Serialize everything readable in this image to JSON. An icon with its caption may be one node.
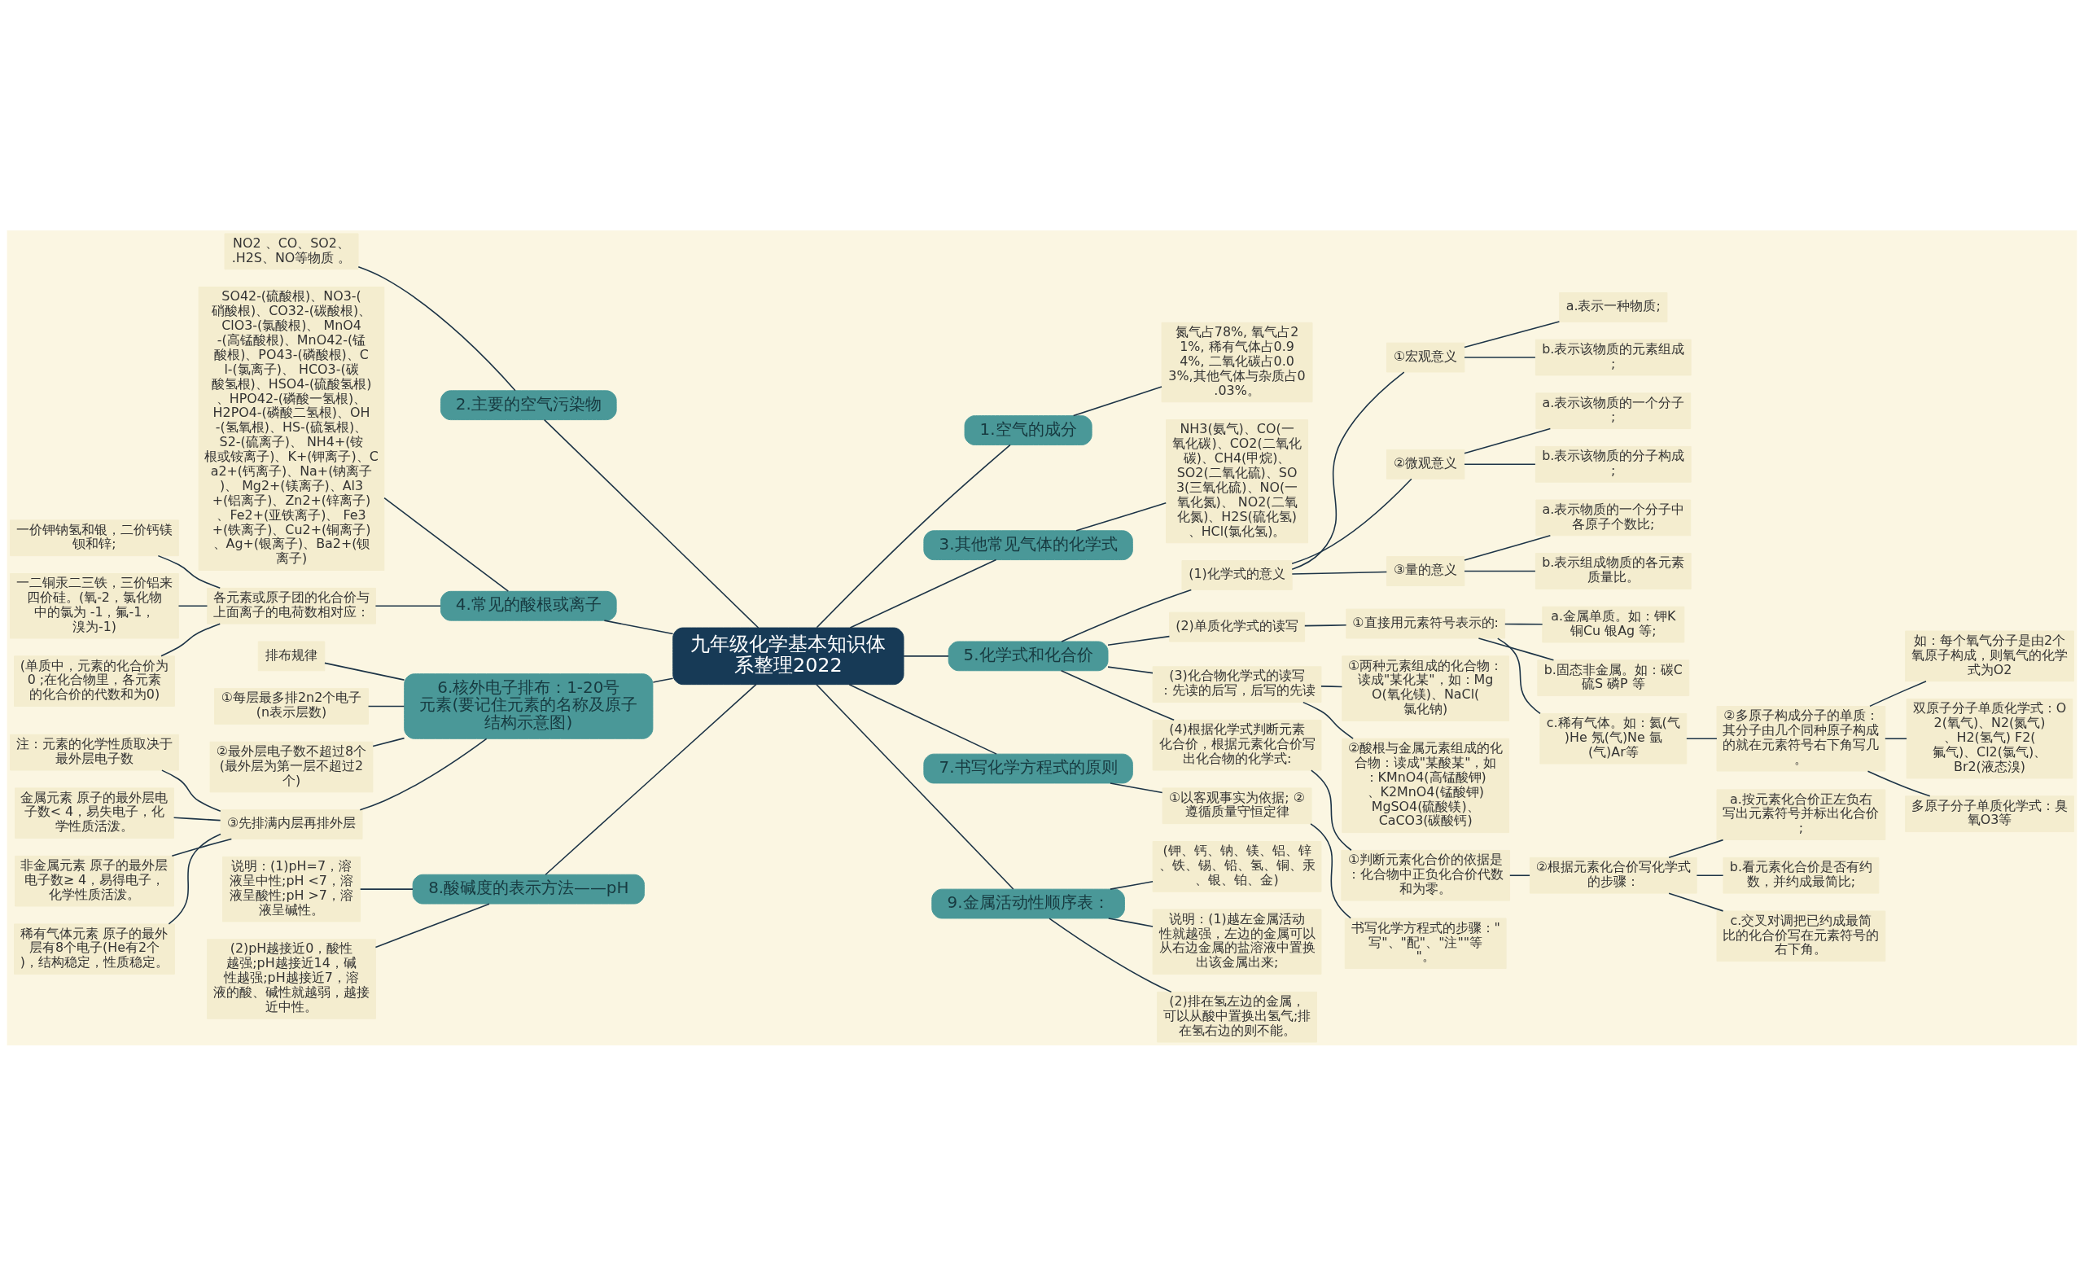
{
  "diagram": {
    "nodes": [
      {
        "text": [
          "九年级化学基本知识体系整理2022"
        ]
      },
      {
        "text": [
          "1.空气的成分"
        ]
      },
      {
        "text": [
          "氮气占78%, 氧气占21%, 稀有气体占0.94%, 二氧化碳占0.03%,其他气体与杂质占0.03%。"
        ]
      },
      {
        "text": [
          "3.其他常见气体的化学式"
        ]
      },
      {
        "text": [
          "NH3(氨气)、CO(一氧化碳)、CO2(二氧化碳)、CH4(甲烷)、 SO2(二氧化硫)、SO3(三氧化硫)、NO(一氧化氮)、 NO2(二氧化氮)、H2S(硫化氢)、HCl(氯化氢)。"
        ]
      },
      {
        "text": [
          "2.主要的空气污染物"
        ]
      },
      {
        "text": [
          "NO2 、CO、SO2、.H2S、NO等物质 。"
        ]
      },
      {
        "text": [
          "4.常见的酸根或离子"
        ]
      },
      {
        "text": [
          "SO42-(硫酸根)、NO3-(硝酸根)、CO32-(碳酸根)、ClO3-(氯酸根)、 MnO4-(高锰酸根)、MnO42-(锰酸根)、PO43-(磷酸根)、Cl-(氯离子)、 HCO3-(碳酸氢根)、HSO4-(硫酸氢根)、HPO42-(磷酸一氢根)、 H2PO4-(磷酸二氢根)、OH-(氢氧根)、HS-(硫氢根)、S2-(硫离子)、 NH4+(铵根或铵离子)、K+(钾离子)、Ca2+(钙离子)、Na+(钠离子)、 Mg2+(镁离子)、Al3+(铝离子)、Zn2+(锌离子)、Fe2+(亚铁离子)、 Fe3+(铁离子)、Cu2+(铜离子)、Ag+(银离子)、Ba2+(钡离子)"
        ]
      },
      {
        "text": [
          "各元素或原子团的化合价与上面离子的电荷数相对应："
        ]
      },
      {
        "text": [
          "一价钾钠氢和银，二价钙镁钡和锌;"
        ]
      },
      {
        "text": [
          "一二铜汞二三铁，三价铝来四价硅。(氧-2，氯化物中的氯为 -1，氟-1，溴为-1)"
        ]
      },
      {
        "text": [
          "(单质中，元素的化合价为0 ;在化合物里，各元素的化合价的代数和为0)"
        ]
      },
      {
        "text": [
          "5.化学式和化合价"
        ]
      },
      {
        "text": [
          "(1)化学式的意义"
        ]
      },
      {
        "text": [
          "①宏观意义"
        ]
      },
      {
        "text": [
          "a.表示一种物质;"
        ]
      },
      {
        "text": [
          "b.表示该物质的元素组成;"
        ]
      },
      {
        "text": [
          "②微观意义"
        ]
      },
      {
        "text": [
          "a.表示该物质的一个分子;"
        ]
      },
      {
        "text": [
          "b.表示该物质的分子构成;"
        ]
      },
      {
        "text": [
          "③量的意义"
        ]
      },
      {
        "text": [
          "a.表示物质的一个分子中各原子个数比;"
        ]
      },
      {
        "text": [
          "b.表示组成物质的各元素质量比。"
        ]
      },
      {
        "text": [
          "(2)单质化学式的读写"
        ]
      },
      {
        "text": [
          "①直接用元素符号表示的:"
        ]
      },
      {
        "text": [
          "a.金属单质。如：钾K 铜Cu 银Ag 等;"
        ]
      },
      {
        "text": [
          "b.固态非金属。如：碳C 硫S 磷P 等"
        ]
      },
      {
        "text": [
          "c.稀有气体。如：氦(气)He 氖(气)Ne 氩(气)Ar等"
        ]
      },
      {
        "text": [
          "②多原子构成分子的单质：其分子由几个同种原子构成的就在元素符号右下角写几。"
        ]
      },
      {
        "text": [
          "如：每个氧气分子是由2个氧原子构成，则氧气的化学式为O2"
        ]
      },
      {
        "text": [
          "双原子分子单质化学式：O2(氧气)、N2(氮气) 、H2(氢气) F2(氟气)、Cl2(氯气)、Br2(液态溴)"
        ]
      },
      {
        "text": [
          "多原子分子单质化学式：臭氧O3等"
        ]
      },
      {
        "text": [
          "(3)化合物化学式的读写：先读的后写，后写的先读"
        ]
      },
      {
        "text": [
          "①两种元素组成的化合物：读成\"某化某\"，如：MgO(氧化镁)、NaCl(氯化钠)"
        ]
      },
      {
        "text": [
          "②酸根与金属元素组成的化合物：读成\"某酸某\"，如：KMnO4(高锰酸钾)、K2MnO4(锰酸钾) MgSO4(硫酸镁)、CaCO3(碳酸钙)"
        ]
      },
      {
        "text": [
          "(4)根据化学式判断元素化合价，根据元素化合价写出化合物的化学式:"
        ]
      },
      {
        "text": [
          "①判断元素化合价的依据是：化合物中正负化合价代数和为零。"
        ]
      },
      {
        "text": [
          "②根据元素化合价写化学式的步骤："
        ]
      },
      {
        "text": [
          "a.按元素化合价正左负右写出元素符号并标出化合价;"
        ]
      },
      {
        "text": [
          "b.看元素化合价是否有约数，并约成最简比;"
        ]
      },
      {
        "text": [
          "c.交叉对调把已约成最简比的化合价写在元素符号的右下角。"
        ]
      },
      {
        "text": [
          "6.核外电子排布：1-20号元素(要记住元素的名称及原子结构示意图)"
        ]
      },
      {
        "text": [
          "排布规律"
        ]
      },
      {
        "text": [
          "①每层最多排2n2个电子(n表示层数)"
        ]
      },
      {
        "text": [
          "②最外层电子数不超过8个(最外层为第一层不超过2个)"
        ]
      },
      {
        "text": [
          "③先排满内层再排外层"
        ]
      },
      {
        "text": [
          "注：元素的化学性质取决于最外层电子数"
        ]
      },
      {
        "text": [
          "金属元素 原子的最外层电子数< 4，易失电子，化学性质活泼。"
        ]
      },
      {
        "text": [
          "非金属元素 原子的最外层电子数≥ 4，易得电子，化学性质活泼。"
        ]
      },
      {
        "text": [
          "稀有气体元素 原子的最外层有8个电子(He有2个)，结构稳定，性质稳定。"
        ]
      },
      {
        "text": [
          "7.书写化学方程式的原则"
        ]
      },
      {
        "text": [
          "①以客观事实为依据; ②遵循质量守恒定律"
        ]
      },
      {
        "text": [
          "书写化学方程式的步骤：\"写\"、\"配\"、\"注\"\"等\"。"
        ]
      },
      {
        "text": [
          "8.酸碱度的表示方法——pH"
        ]
      },
      {
        "text": [
          "说明：(1)pH=7，溶液呈中性;pH <7，溶液呈酸性;pH >7，溶液呈碱性。"
        ]
      },
      {
        "text": [
          "(2)pH越接近0，酸性越强;pH越接近14，碱性越强;pH越接近7，溶液的酸、碱性就越弱，越接近中性。"
        ]
      },
      {
        "text": [
          "9.金属活动性顺序表："
        ]
      },
      {
        "text": [
          "(钾、钙、钠、镁、铝、锌、铁、锡、铅、氢、铜、汞、银、铂、金)"
        ]
      },
      {
        "text": [
          "说明：(1)越左金属活动性就越强，左边的金属可以从右边金属的盐溶液中置换出该金属出来;"
        ]
      },
      {
        "text": [
          "(2)排在氢左边的金属，可以从酸中置换出氢气;排在氢右边的则不能。"
        ]
      }
    ],
    "edges": [
      {
        "from": 0,
        "to": 1,
        "arrow": "none"
      },
      {
        "from": 1,
        "to": 2,
        "arrow": "none"
      },
      {
        "from": 0,
        "to": 3,
        "arrow": "none"
      },
      {
        "from": 3,
        "to": 4,
        "arrow": "none"
      },
      {
        "from": 0,
        "to": 5,
        "arrow": "none"
      },
      {
        "from": 5,
        "to": 6,
        "arrow": "none"
      },
      {
        "from": 0,
        "to": 7,
        "arrow": "none"
      },
      {
        "from": 7,
        "to": 8,
        "arrow": "none"
      },
      {
        "from": 7,
        "to": 9,
        "arrow": "none"
      },
      {
        "from": 9,
        "to": 10,
        "arrow": "none"
      },
      {
        "from": 9,
        "to": 11,
        "arrow": "none"
      },
      {
        "from": 9,
        "to": 12,
        "arrow": "none"
      },
      {
        "from": 0,
        "to": 13,
        "arrow": "none"
      },
      {
        "from": 13,
        "to": 14,
        "arrow": "none"
      },
      {
        "from": 14,
        "to": 15,
        "arrow": "none"
      },
      {
        "from": 15,
        "to": 16,
        "arrow": "none"
      },
      {
        "from": 15,
        "to": 17,
        "arrow": "none"
      },
      {
        "from": 14,
        "to": 18,
        "arrow": "none"
      },
      {
        "from": 18,
        "to": 19,
        "arrow": "none"
      },
      {
        "from": 18,
        "to": 20,
        "arrow": "none"
      },
      {
        "from": 14,
        "to": 21,
        "arrow": "none"
      },
      {
        "from": 21,
        "to": 22,
        "arrow": "none"
      },
      {
        "from": 21,
        "to": 23,
        "arrow": "none"
      },
      {
        "from": 13,
        "to": 24,
        "arrow": "none"
      },
      {
        "from": 24,
        "to": 25,
        "arrow": "none"
      },
      {
        "from": 25,
        "to": 26,
        "arrow": "none"
      },
      {
        "from": 25,
        "to": 27,
        "arrow": "none"
      },
      {
        "from": 25,
        "to": 28,
        "arrow": "none"
      },
      {
        "from": 28,
        "to": 29,
        "arrow": "none"
      },
      {
        "from": 29,
        "to": 30,
        "arrow": "none"
      },
      {
        "from": 29,
        "to": 31,
        "arrow": "none"
      },
      {
        "from": 29,
        "to": 32,
        "arrow": "none"
      },
      {
        "from": 13,
        "to": 33,
        "arrow": "none"
      },
      {
        "from": 33,
        "to": 34,
        "arrow": "none"
      },
      {
        "from": 33,
        "to": 35,
        "arrow": "none"
      },
      {
        "from": 13,
        "to": 36,
        "arrow": "none"
      },
      {
        "from": 36,
        "to": 37,
        "arrow": "none"
      },
      {
        "from": 37,
        "to": 38,
        "arrow": "none"
      },
      {
        "from": 38,
        "to": 39,
        "arrow": "none"
      },
      {
        "from": 38,
        "to": 40,
        "arrow": "none"
      },
      {
        "from": 38,
        "to": 41,
        "arrow": "none"
      },
      {
        "from": 0,
        "to": 42,
        "arrow": "none"
      },
      {
        "from": 42,
        "to": 43,
        "arrow": "none"
      },
      {
        "from": 42,
        "to": 44,
        "arrow": "none"
      },
      {
        "from": 42,
        "to": 45,
        "arrow": "none"
      },
      {
        "from": 42,
        "to": 46,
        "arrow": "none"
      },
      {
        "from": 46,
        "to": 47,
        "arrow": "none"
      },
      {
        "from": 46,
        "to": 48,
        "arrow": "none"
      },
      {
        "from": 46,
        "to": 49,
        "arrow": "none"
      },
      {
        "from": 46,
        "to": 50,
        "arrow": "none"
      },
      {
        "from": 0,
        "to": 51,
        "arrow": "none"
      },
      {
        "from": 51,
        "to": 52,
        "arrow": "none"
      },
      {
        "from": 52,
        "to": 53,
        "arrow": "none"
      },
      {
        "from": 0,
        "to": 54,
        "arrow": "none"
      },
      {
        "from": 54,
        "to": 55,
        "arrow": "none"
      },
      {
        "from": 54,
        "to": 56,
        "arrow": "none"
      },
      {
        "from": 0,
        "to": 57,
        "arrow": "none"
      },
      {
        "from": 57,
        "to": 58,
        "arrow": "none"
      },
      {
        "from": 57,
        "to": 59,
        "arrow": "none"
      },
      {
        "from": 57,
        "to": 60,
        "arrow": "none"
      }
    ]
  }
}
